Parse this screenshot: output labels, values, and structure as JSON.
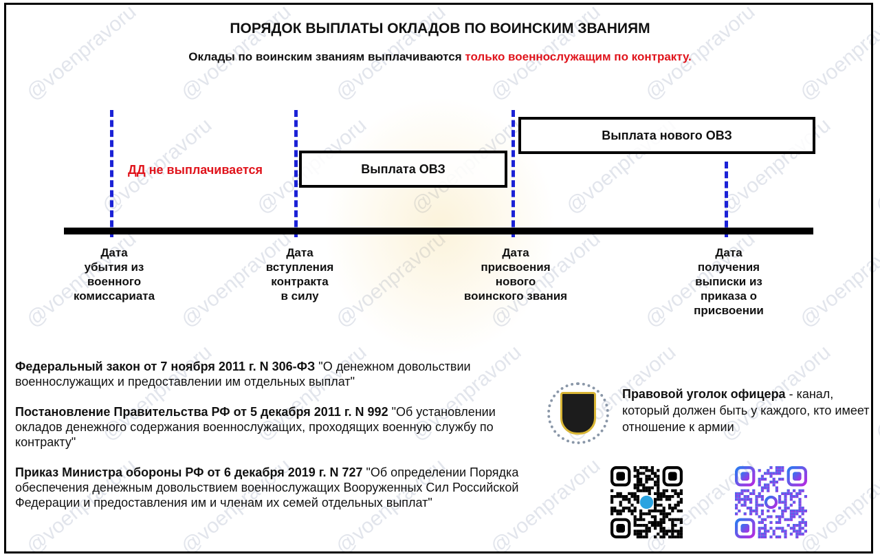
{
  "watermark": "@voenpravoru",
  "title": "ПОРЯДОК ВЫПЛАТЫ ОКЛАДОВ ПО ВОИНСКИМ ЗВАНИЯМ",
  "subtitle": {
    "text": "Оклады по воинским званиям выплачиваются ",
    "highlight": "только военнослужащим по контракту."
  },
  "timeline": {
    "no_payment_note": "ДД не выплачивается",
    "payment_box": "Выплата ОВЗ",
    "new_payment_box": "Выплата нового ОВЗ",
    "points": [
      {
        "label": "Дата\nубытия из\nвоенного\nкомиссариата"
      },
      {
        "label": "Дата\nвступления\nконтракта\nв силу"
      },
      {
        "label": "Дата\nприсвоения\nнового\nвоинского звания"
      },
      {
        "label": "Дата\nполучения\nвыписки из\nприказа о\nприсвоении"
      }
    ]
  },
  "laws": [
    {
      "bold": "Федеральный закон от 7 ноября 2011 г. N 306-ФЗ",
      "text": " \"О денежном довольствии военнослужащих и предоставлении им отдельных выплат\""
    },
    {
      "bold": "Постановление Правительства РФ от 5 декабря 2011 г. N 992",
      "text": " \"Об установлении окладов денежного содержания военнослужащих, проходящих военную службу по контракту\""
    },
    {
      "bold": "Приказ Министра обороны РФ от 6 декабря 2019 г. N 727",
      "text": " \"Об определении Порядка обеспечения денежным довольствием военнослужащих Вооруженных Сил Российской Федерации и предоставления им и членам их семей отдельных выплат\""
    }
  ],
  "promo": {
    "channel": "Правовой уголок офицера",
    "text": " - канал, который должен быть у каждого, кто имеет отношение к армии"
  },
  "colors": {
    "accent_red": "#e0141c",
    "dash_blue": "#1b22d6"
  }
}
